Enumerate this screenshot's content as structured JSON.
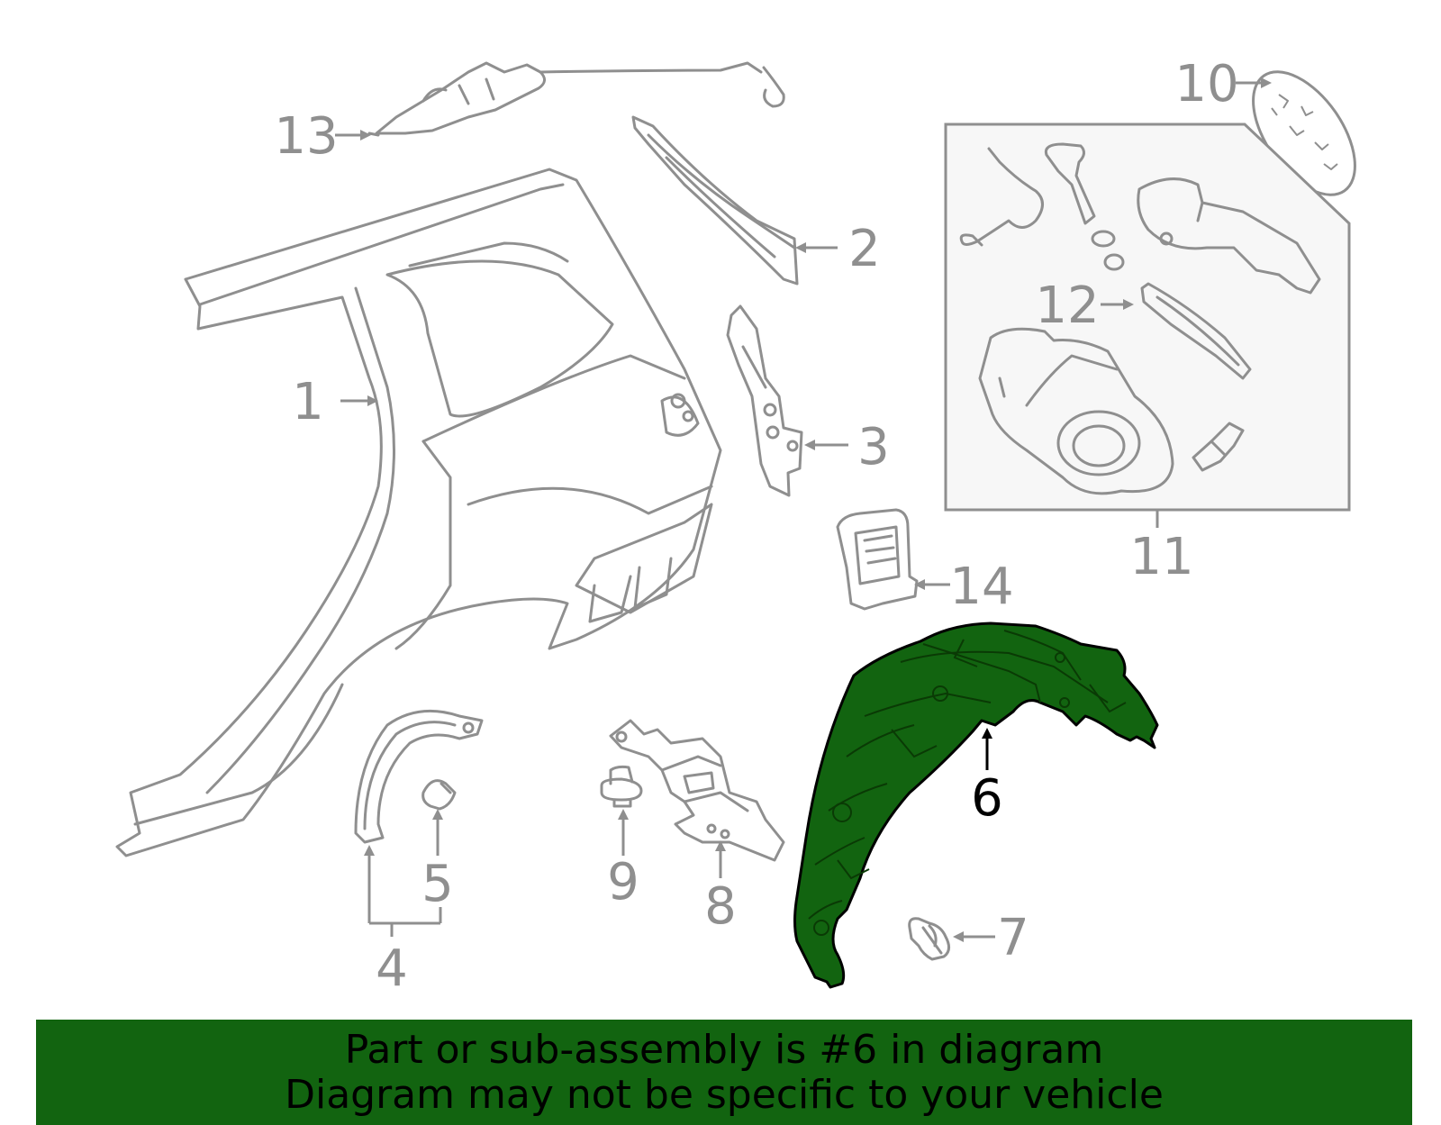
{
  "callouts": [
    {
      "id": "1",
      "label": "1"
    },
    {
      "id": "2",
      "label": "2"
    },
    {
      "id": "3",
      "label": "3"
    },
    {
      "id": "4",
      "label": "4"
    },
    {
      "id": "5",
      "label": "5"
    },
    {
      "id": "6",
      "label": "6"
    },
    {
      "id": "7",
      "label": "7"
    },
    {
      "id": "8",
      "label": "8"
    },
    {
      "id": "9",
      "label": "9"
    },
    {
      "id": "10",
      "label": "10"
    },
    {
      "id": "11",
      "label": "11"
    },
    {
      "id": "12",
      "label": "12"
    },
    {
      "id": "13",
      "label": "13"
    },
    {
      "id": "14",
      "label": "14"
    }
  ],
  "highlighted_part": "6",
  "banner": {
    "line1": "Part or sub-assembly is #6 in diagram",
    "line2": "Diagram may not be specific to your vehicle"
  },
  "colors": {
    "highlight_fill": "#126410",
    "line_gray": "#8f8f8f",
    "banner_bg": "#126410",
    "text_highlight": "#000000"
  }
}
